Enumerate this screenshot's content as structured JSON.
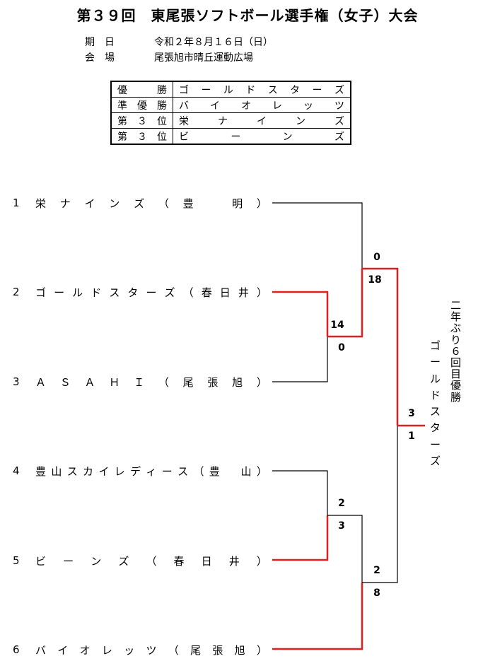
{
  "title": "第３９回　東尾張ソフトボール選手権（女子）大会",
  "info": {
    "date_label": "期日",
    "date_value": "令和２年８月１６日（日）",
    "venue_label": "会場",
    "venue_value": "尾張旭市晴丘運動広場"
  },
  "results": [
    {
      "rank": "優勝",
      "name": "ゴールドスターズ"
    },
    {
      "rank": "準優勝",
      "name": "バイオレッツ"
    },
    {
      "rank": "第３位",
      "name": "栄ナインズ"
    },
    {
      "rank": "第３位",
      "name": "ビーンズ"
    }
  ],
  "teams": [
    {
      "seed": "1",
      "name": "栄ナインズ",
      "city": "（豊　明）"
    },
    {
      "seed": "2",
      "name": "ゴールドスターズ",
      "city": "（春日井）"
    },
    {
      "seed": "3",
      "name": "ＡＳＡＨＩ",
      "city": "（尾張旭）"
    },
    {
      "seed": "4",
      "name": "豊山スカイレディース",
      "city": "（豊　山）"
    },
    {
      "seed": "5",
      "name": "ビーンズ",
      "city": "（春日井）"
    },
    {
      "seed": "6",
      "name": "バイオレッツ",
      "city": "（尾張旭）"
    }
  ],
  "scores": {
    "m1_top": "14",
    "m1_bottom": "0",
    "m2_top": "0",
    "m2_bottom": "18",
    "m3_top": "2",
    "m3_bottom": "3",
    "m4_top": "2",
    "m4_bottom": "8",
    "final_top": "3",
    "final_bottom": "1"
  },
  "champion": {
    "caption": "二年ぶり６回目優勝",
    "name": "ゴールドスターズ"
  },
  "colors": {
    "winner_line": "#e0201e",
    "line": "#000000"
  }
}
